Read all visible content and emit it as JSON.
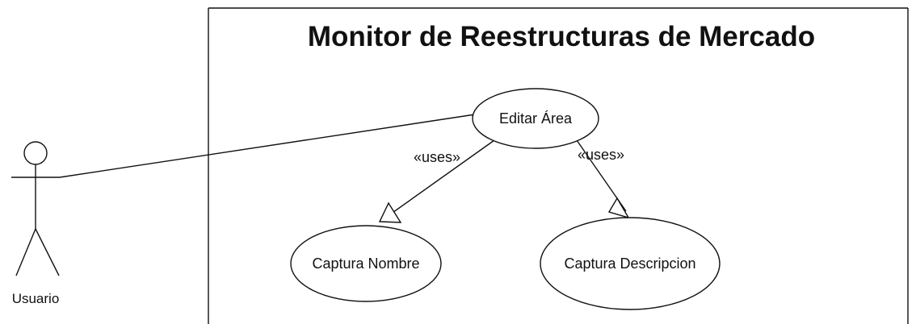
{
  "system": {
    "title": "Monitor de Reestructuras de Mercado"
  },
  "actor": {
    "name": "Usuario"
  },
  "use_cases": {
    "main": "Editar Área",
    "left": "Captura Nombre",
    "right": "Captura Descripcion"
  },
  "relations": {
    "left_stereotype": "«uses»",
    "right_stereotype": "«uses»"
  }
}
